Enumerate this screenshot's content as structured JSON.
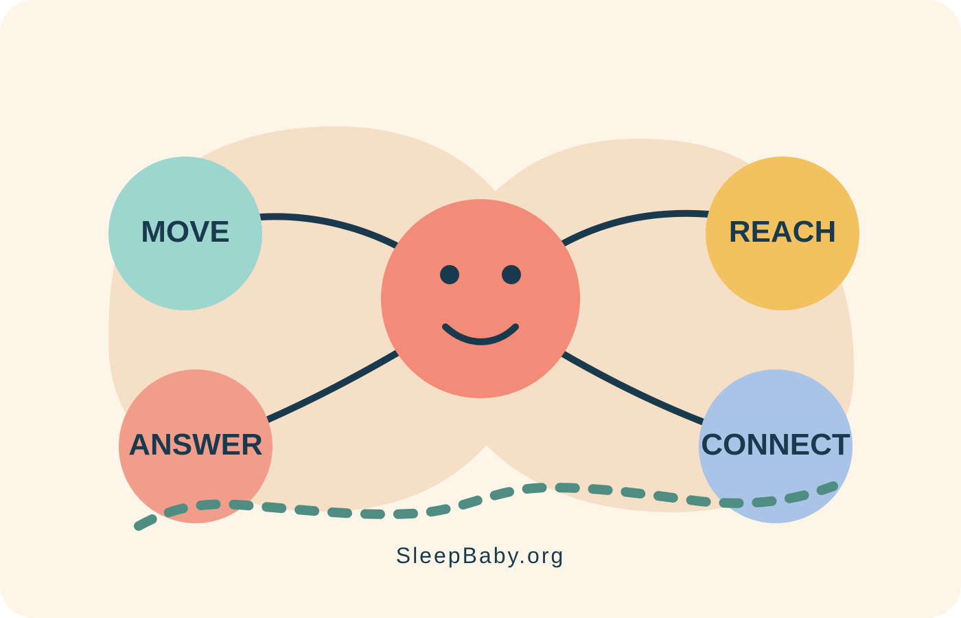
{
  "colors": {
    "background": "#fdf5e8",
    "blob": "#f5dfc6",
    "ink": "#183a4c",
    "center_face": "#f28b78",
    "dashed_path": "#4f8d83"
  },
  "center": {
    "icon": "smiley-face-icon"
  },
  "nodes": [
    {
      "id": "move",
      "label": "MOVE",
      "color": "#9cd6ce"
    },
    {
      "id": "reach",
      "label": "REACH",
      "color": "#f2c160"
    },
    {
      "id": "answer",
      "label": "ANSWER",
      "color": "#f29c8c"
    },
    {
      "id": "connect",
      "label": "CONNECT",
      "color": "#aac4e8"
    }
  ],
  "footer": {
    "text": "SleepBaby.org"
  }
}
